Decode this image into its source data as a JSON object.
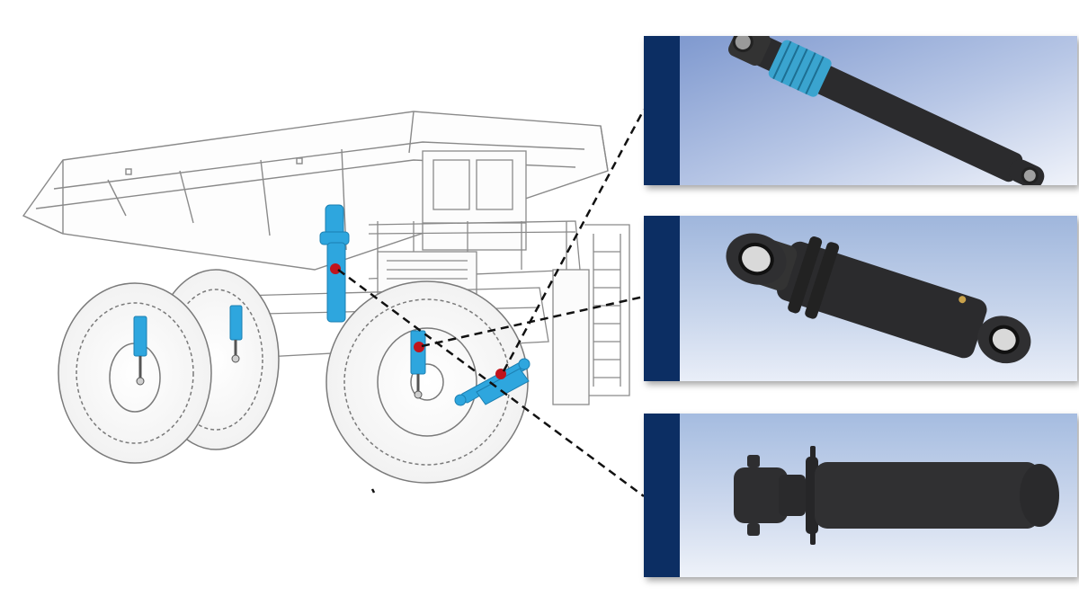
{
  "colors": {
    "panel_stripe": "#0c2e63",
    "cylinder_highlight": "#2ea6de",
    "cylinder_dark": "#2b2b2d",
    "marker": "#c0141c",
    "leader_line": "#111111",
    "truck_outline": "#8a8a8a",
    "panel_bg_top": "#9eb6dc",
    "panel_bg_bottom": "#e8eef8"
  },
  "diagram": {
    "subject": "mining-haul-truck-hydraulic-cylinders",
    "callout_count": 3,
    "callouts": [
      {
        "id": "hoist-cylinder",
        "icon": "hoist-cylinder-icon"
      },
      {
        "id": "suspension-cylinder",
        "icon": "suspension-cylinder-icon"
      },
      {
        "id": "steering-cylinder",
        "icon": "steering-cylinder-icon"
      }
    ]
  }
}
